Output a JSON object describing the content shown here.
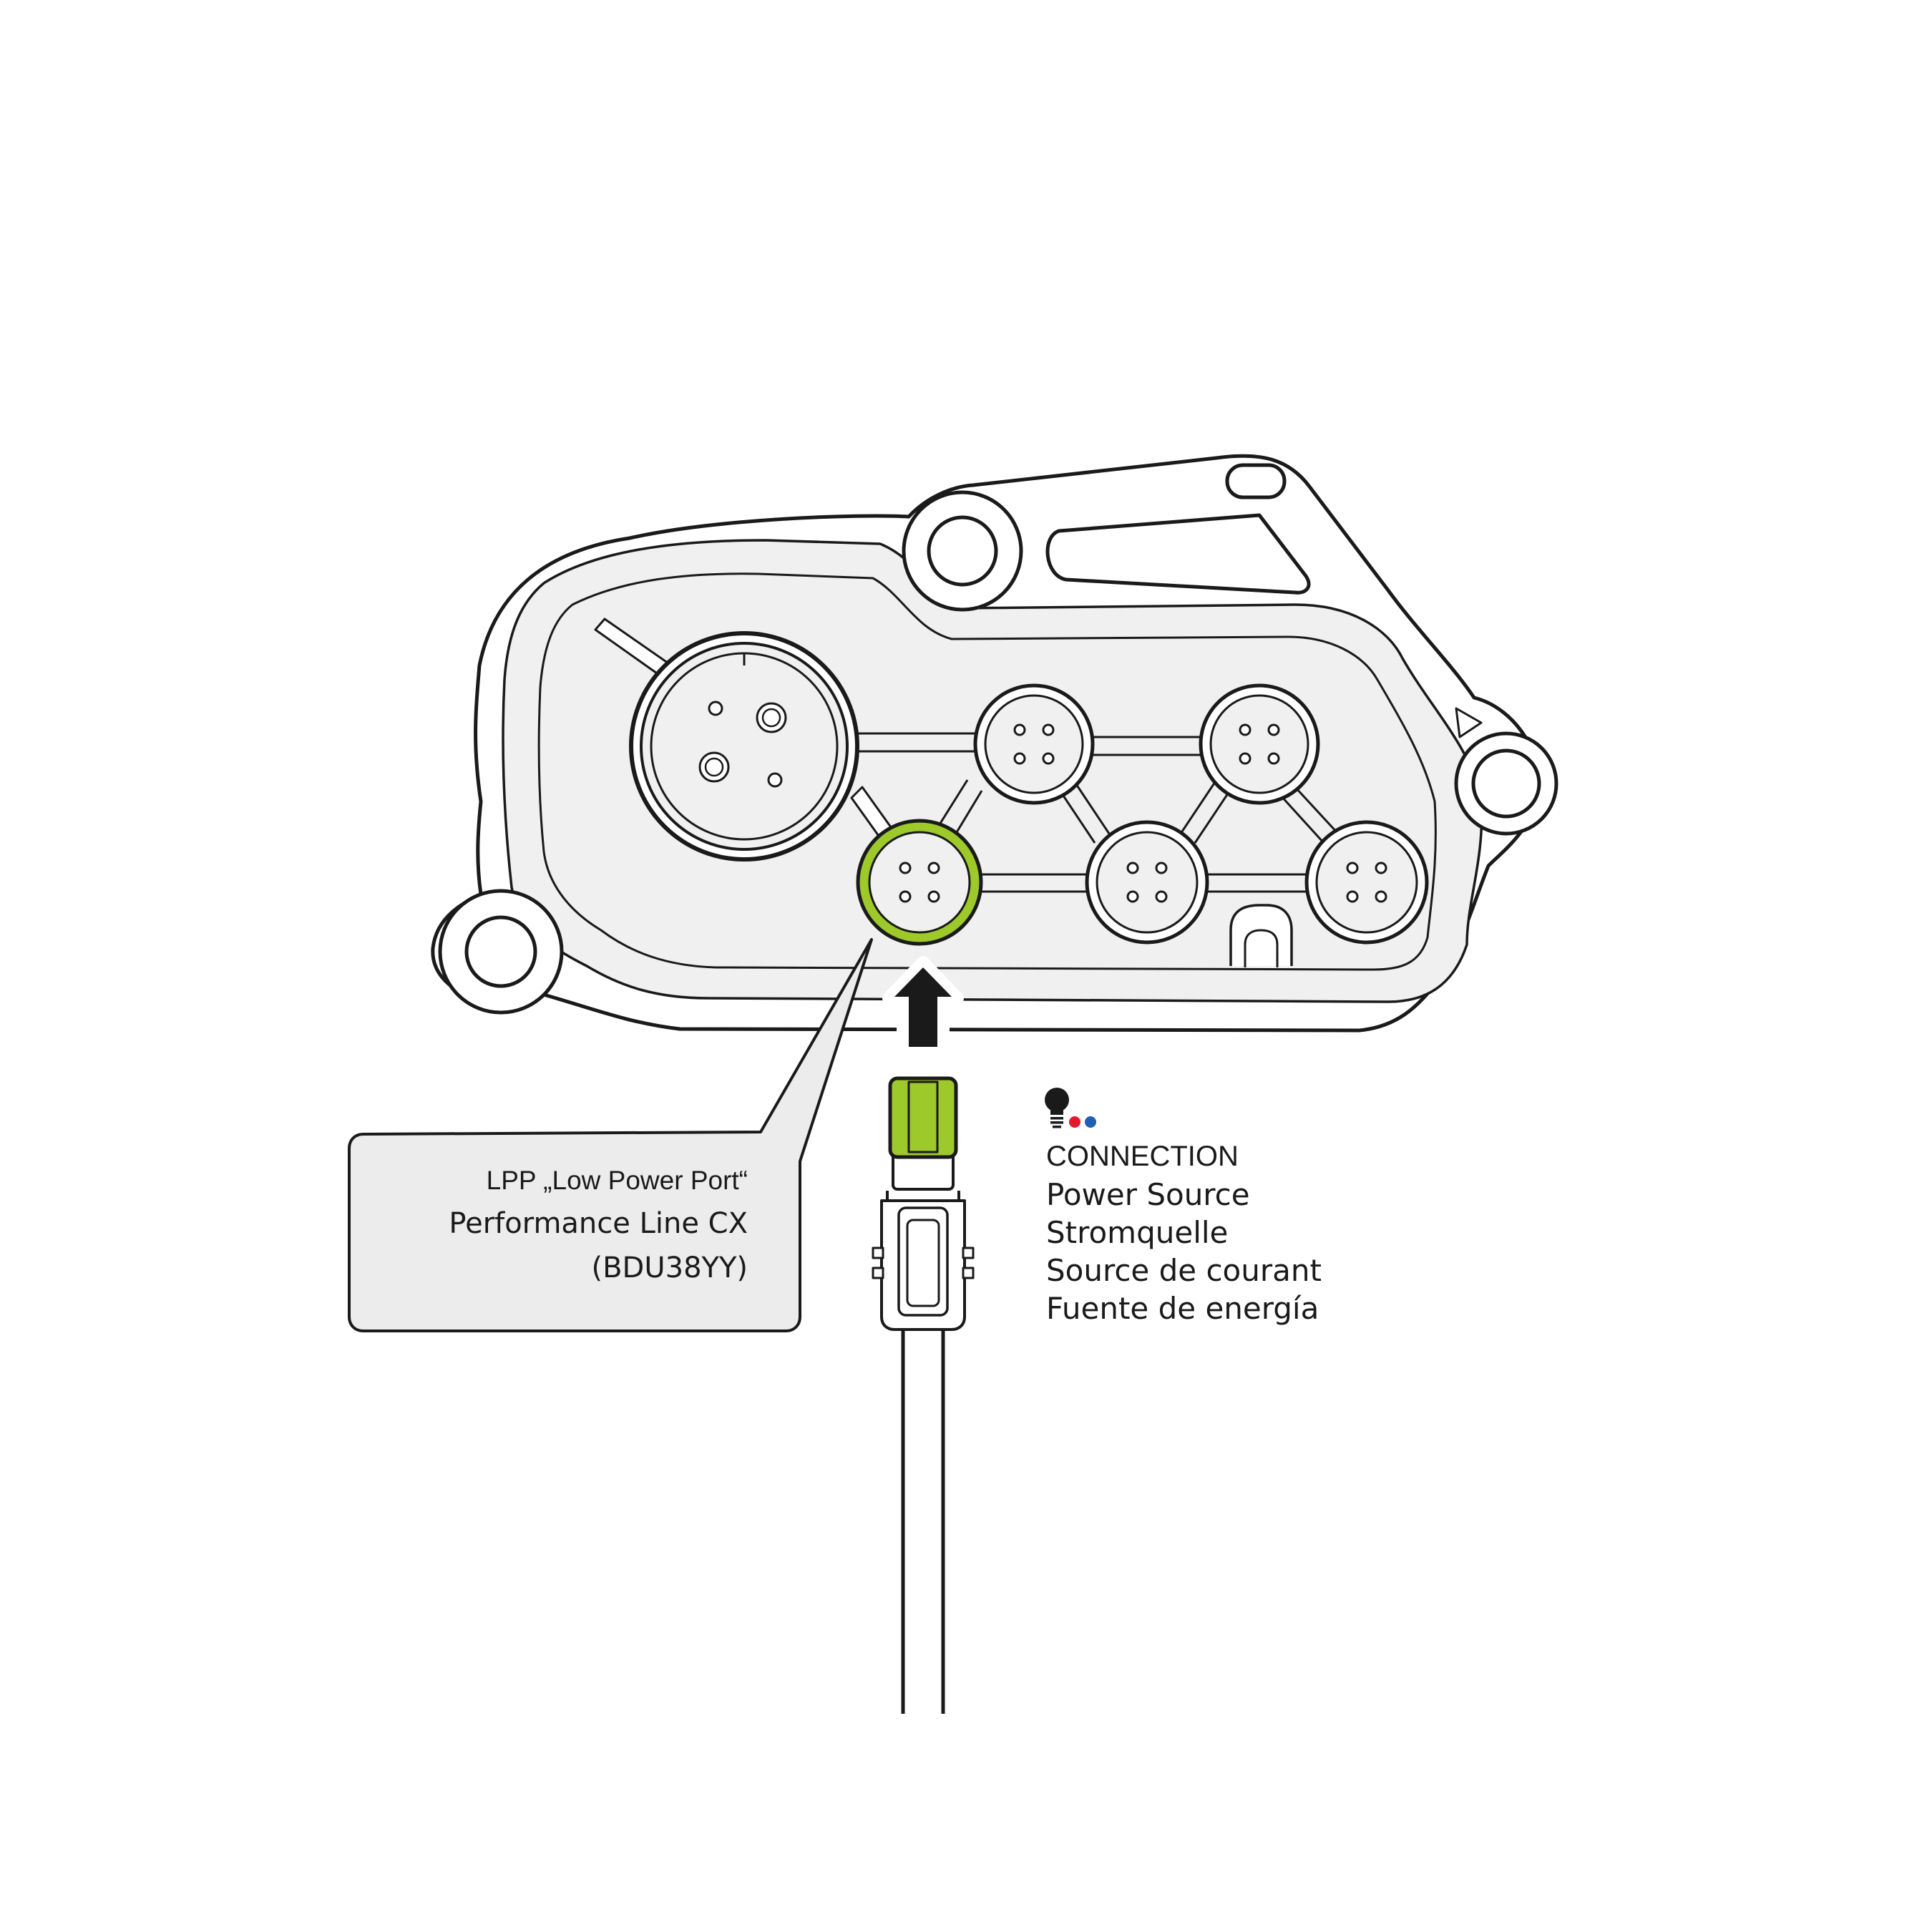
{
  "callout": {
    "line1": "LPP „Low Power Port“",
    "line2": "Performance Line CX",
    "line3": "(BDU38YY)"
  },
  "connection": {
    "heading": "CONNECTION",
    "translations": [
      "Power Source",
      "Stromquelle",
      "Source de courant",
      "Fuente de energía"
    ]
  },
  "icons": {
    "bulb_icon": "lightbulb-icon",
    "dot_colors": [
      "#e4182c",
      "#1f5fb4"
    ]
  },
  "colors": {
    "highlight": "#9dc92a",
    "stroke": "#1a1a1a",
    "fill": "#f0f0f0",
    "box_fill": "#ececec"
  }
}
